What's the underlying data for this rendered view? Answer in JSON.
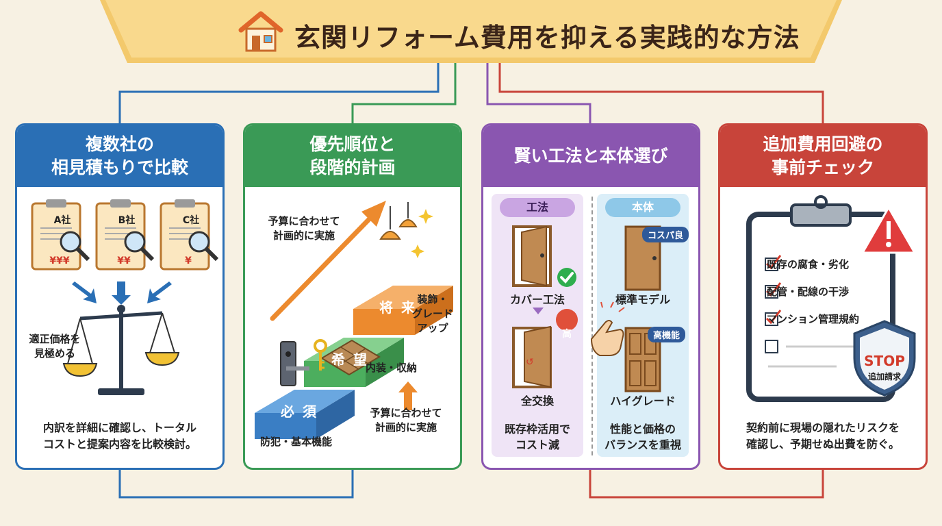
{
  "title": "玄関リフォーム費用を抑える実践的な方法",
  "colors": {
    "banner": "#f9d98d",
    "blue": "#2a6fb5",
    "green": "#3a9a56",
    "purple": "#8a56b0",
    "red": "#c8443a"
  },
  "cards": [
    {
      "title": "複数社の\n相見積もりで比較",
      "quotes": [
        {
          "company": "A社",
          "price": "¥¥¥"
        },
        {
          "company": "B社",
          "price": "¥¥"
        },
        {
          "company": "C社",
          "price": "¥"
        }
      ],
      "scale_label": "適正価格を\n見極める",
      "description": "内訳を詳細に確認し、トータル\nコストと提案内容を比較検討。"
    },
    {
      "title": "優先順位と\n段階的計画",
      "arrow_label": "予算に合わせて\n計画的に実施",
      "steps": [
        {
          "label": "必須",
          "caption": "防犯・基本機能"
        },
        {
          "label": "希望",
          "caption": "内装・収納"
        },
        {
          "label": "将来",
          "caption": "装飾・\nグレード\nアップ"
        }
      ],
      "bottom_note": "予算に合わせて\n計画的に実施"
    },
    {
      "title": "賢い工法と本体選び",
      "method": {
        "header": "工法",
        "option1": "カバー工法",
        "option2": "全交換",
        "badge": "高",
        "description": "既存枠活用で\nコスト減"
      },
      "body": {
        "header": "本体",
        "option1": "標準モデル",
        "option1_tag": "コスパ良",
        "option2": "ハイグレード",
        "option2_tag": "高機能",
        "description": "性能と価格の\nバランスを重視"
      }
    },
    {
      "title": "追加費用回避の\n事前チェック",
      "checklist": [
        "既存の腐食・劣化",
        "配管・配線の干渉",
        "マンション管理規約"
      ],
      "stop_text": "STOP",
      "stop_sub": "追加請求",
      "description": "契約前に現場の隠れたリスクを\n確認し、予期せぬ出費を防ぐ。"
    }
  ]
}
